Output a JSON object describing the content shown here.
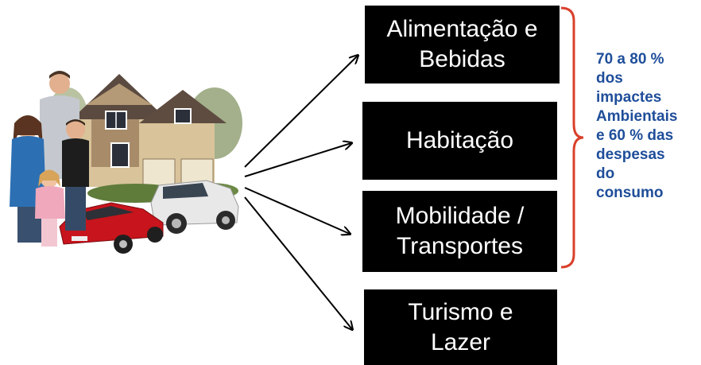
{
  "categories": [
    {
      "label": "Alimentação e\nBebidas"
    },
    {
      "label": "Habitação"
    },
    {
      "label": "Mobilidade /\nTransportes"
    },
    {
      "label": "Turismo e\nLazer"
    }
  ],
  "annotation": {
    "text": "70 a 80 %\ndos\nimpactes\nAmbientais\ne 60 % das\ndespesas\ndo\nconsumo"
  },
  "colors": {
    "box_background": "#000000",
    "box_text": "#ffffff",
    "arrow": "#000000",
    "brace": "#d9402b",
    "annotation_text": "#1f4e9a"
  },
  "illustration": {
    "icon": "family-house-cars-photo"
  }
}
